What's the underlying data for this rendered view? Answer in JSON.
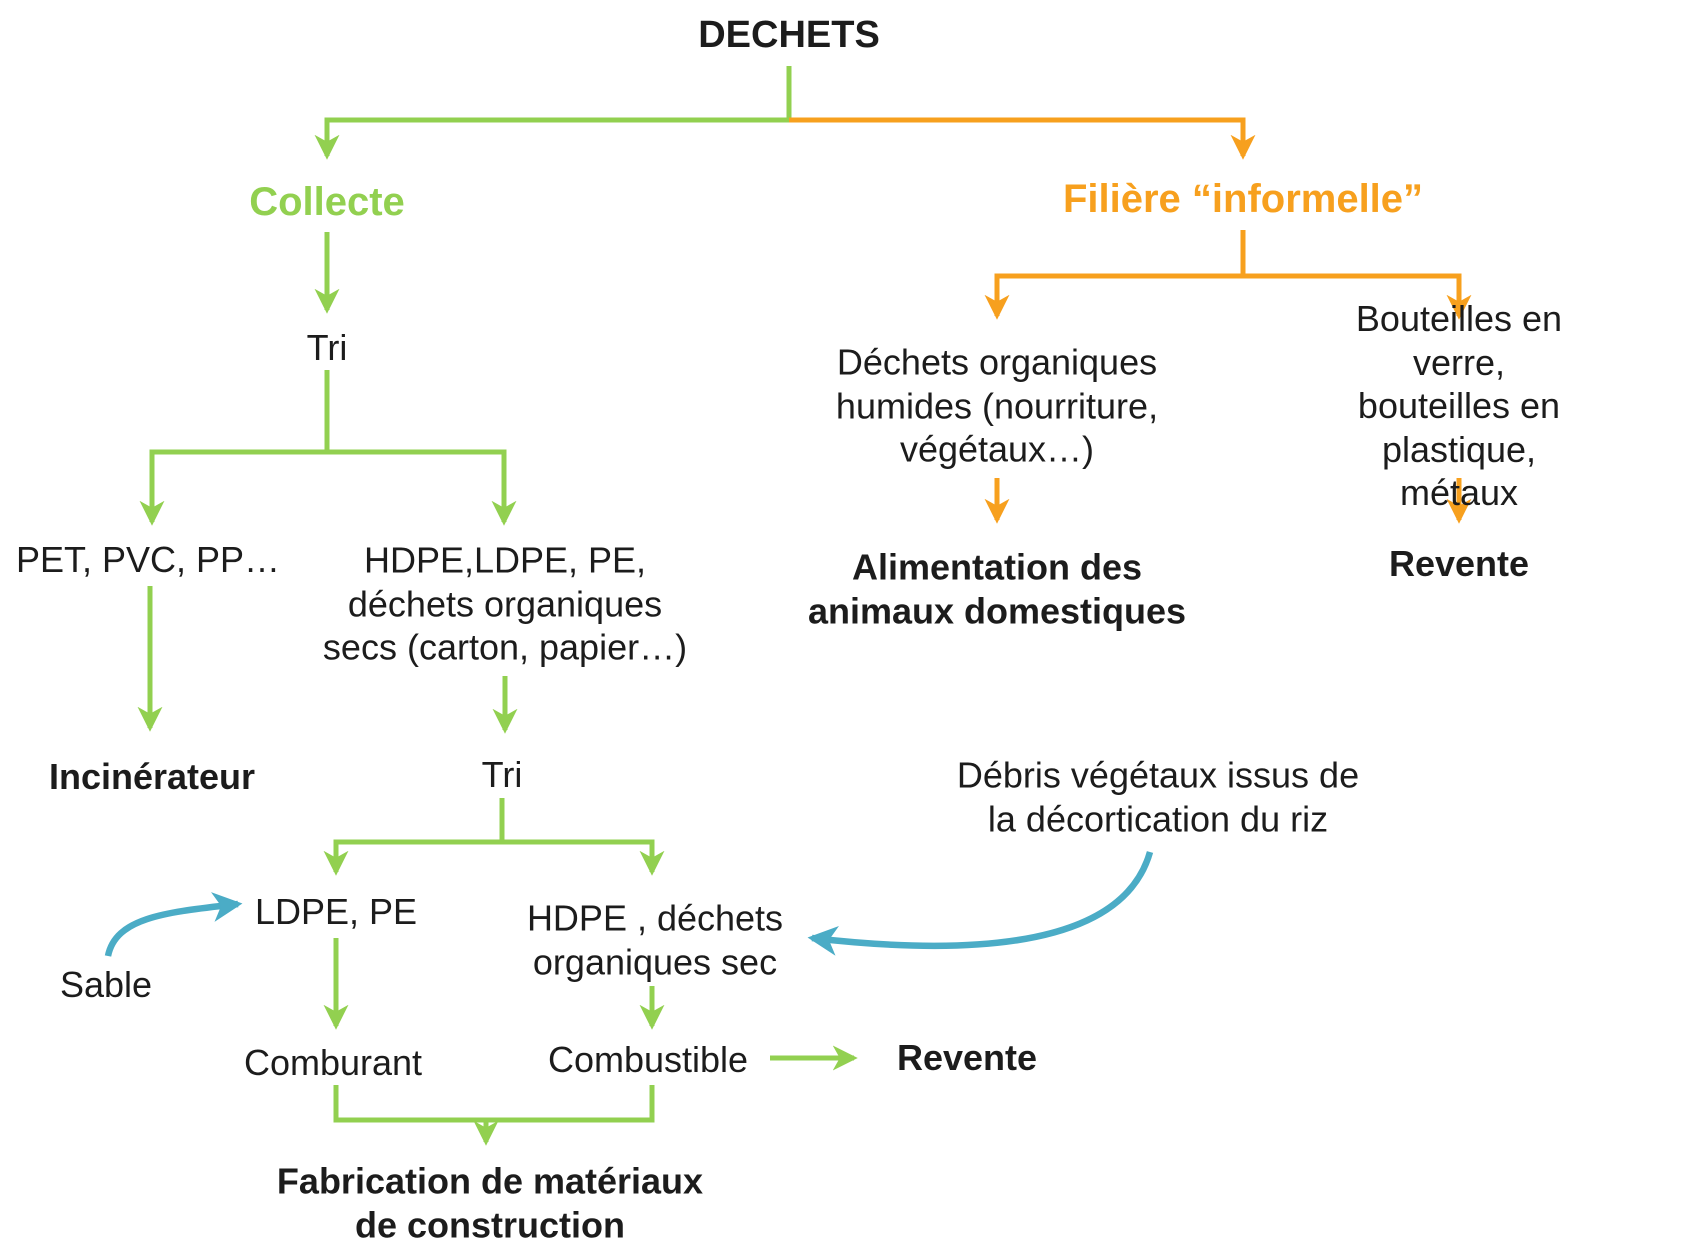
{
  "palette": {
    "green": "#92D050",
    "orange": "#F7A01E",
    "blue": "#4BACC6",
    "text": "#1C1C1C"
  },
  "nodes": {
    "dechets": {
      "text": "DECHETS"
    },
    "collecte": {
      "text": "Collecte"
    },
    "filiere": {
      "text": "Filière “informelle”"
    },
    "tri1": {
      "text": "Tri"
    },
    "pet": {
      "text": "PET, PVC, PP…"
    },
    "hdpe_group": {
      "text": "HDPE,LDPE, PE,\ndéchets organiques\nsecs (carton, papier…)"
    },
    "incinerateur": {
      "text": "Incinérateur"
    },
    "tri2": {
      "text": "Tri"
    },
    "ldpe": {
      "text": "LDPE, PE"
    },
    "hdpe_sec": {
      "text": "HDPE , déchets\norganiques sec"
    },
    "sable": {
      "text": "Sable"
    },
    "debris": {
      "text": "Débris végétaux issus de\nla décortication du riz"
    },
    "comburant": {
      "text": "Comburant"
    },
    "combustible": {
      "text": "Combustible"
    },
    "revente_vente": {
      "text": "Revente"
    },
    "fabrication": {
      "text": "Fabrication de matériaux\nde construction"
    },
    "dechets_org": {
      "text": "Déchets organiques\nhumides (nourriture,\nvégétaux…)"
    },
    "alimentation": {
      "text": "Alimentation des\nanimaux domestiques"
    },
    "bouteilles": {
      "text": "Bouteilles en verre,\nbouteilles en plastique,\nmétaux"
    },
    "revente_inf": {
      "text": "Revente"
    }
  },
  "edges": [
    {
      "from": "DECHETS",
      "to": "Collecte",
      "color": "#92D050"
    },
    {
      "from": "DECHETS",
      "to": "Filière “informelle”",
      "color": "#F7A01E"
    },
    {
      "from": "Collecte",
      "to": "Tri",
      "color": "#92D050"
    },
    {
      "from": "Tri",
      "to": "PET, PVC, PP…",
      "color": "#92D050"
    },
    {
      "from": "Tri",
      "to": "HDPE,LDPE, PE, déchets organiques secs (carton, papier…)",
      "color": "#92D050"
    },
    {
      "from": "PET, PVC, PP…",
      "to": "Incinérateur",
      "color": "#92D050"
    },
    {
      "from": "HDPE,LDPE, PE, déchets organiques secs (carton, papier…)",
      "to": "Tri (2)",
      "color": "#92D050"
    },
    {
      "from": "Tri (2)",
      "to": "LDPE, PE",
      "color": "#92D050"
    },
    {
      "from": "Tri (2)",
      "to": "HDPE , déchets organiques sec",
      "color": "#92D050"
    },
    {
      "from": "Sable",
      "to": "LDPE, PE",
      "color": "#4BACC6"
    },
    {
      "from": "Débris végétaux issus de la décortication du riz",
      "to": "HDPE , déchets organiques sec",
      "color": "#4BACC6"
    },
    {
      "from": "LDPE, PE",
      "to": "Comburant",
      "color": "#92D050"
    },
    {
      "from": "HDPE , déchets organiques sec",
      "to": "Combustible",
      "color": "#92D050"
    },
    {
      "from": "Combustible",
      "to": "Revente",
      "color": "#92D050"
    },
    {
      "from": "Comburant",
      "to": "Fabrication de matériaux de construction",
      "color": "#92D050"
    },
    {
      "from": "Combustible",
      "to": "Fabrication de matériaux de construction",
      "color": "#92D050"
    },
    {
      "from": "Filière “informelle”",
      "to": "Déchets organiques humides (nourriture, végétaux…)",
      "color": "#F7A01E"
    },
    {
      "from": "Filière “informelle”",
      "to": "Bouteilles en verre, bouteilles en plastique, métaux",
      "color": "#F7A01E"
    },
    {
      "from": "Déchets organiques humides (nourriture, végétaux…)",
      "to": "Alimentation des animaux domestiques",
      "color": "#F7A01E"
    },
    {
      "from": "Bouteilles en verre, bouteilles en plastique, métaux",
      "to": "Revente",
      "color": "#F7A01E"
    }
  ]
}
